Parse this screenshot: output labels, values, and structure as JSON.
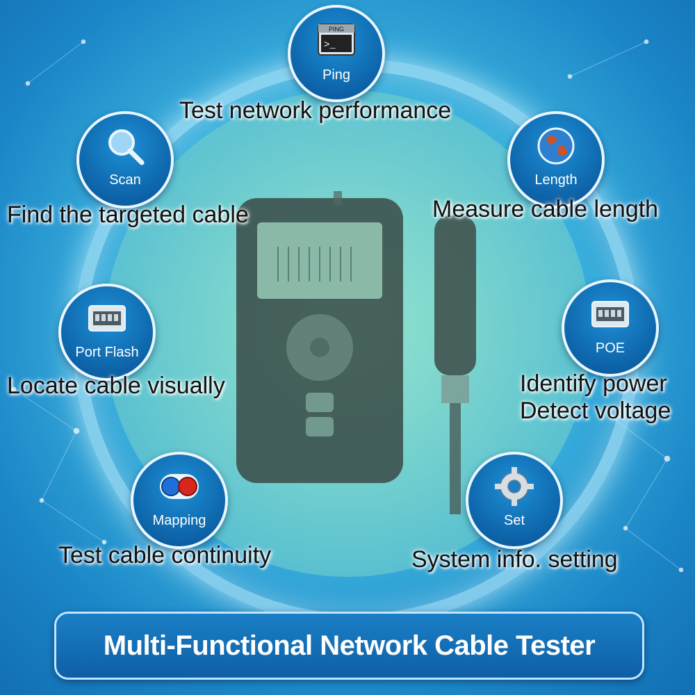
{
  "banner": {
    "title": "Multi-Functional Network Cable Tester"
  },
  "features": {
    "ping": {
      "label": "Ping",
      "caption": "Test network performance",
      "icon": "ping-terminal-icon"
    },
    "scan": {
      "label": "Scan",
      "caption": "Find the targeted cable",
      "icon": "magnifier-icon"
    },
    "length": {
      "label": "Length",
      "caption": "Measure cable length",
      "icon": "globe-icon"
    },
    "port": {
      "label": "Port Flash",
      "caption": "Locate cable visually",
      "icon": "ethernet-port-icon"
    },
    "poe": {
      "label": "POE",
      "caption_line1": "Identify power",
      "caption_line2": "Detect voltage",
      "icon": "ethernet-port-icon"
    },
    "mapping": {
      "label": "Mapping",
      "caption": "Test cable continuity",
      "icon": "mapping-dots-icon"
    },
    "set": {
      "label": "Set",
      "caption": "System info. setting",
      "icon": "gear-icon"
    }
  },
  "ping_icon_text": "PING",
  "colors": {
    "badge": "#0d63a8",
    "banner": "#1b7fc6",
    "mapping_blue": "#1e6fd9",
    "mapping_red": "#d8261e"
  }
}
